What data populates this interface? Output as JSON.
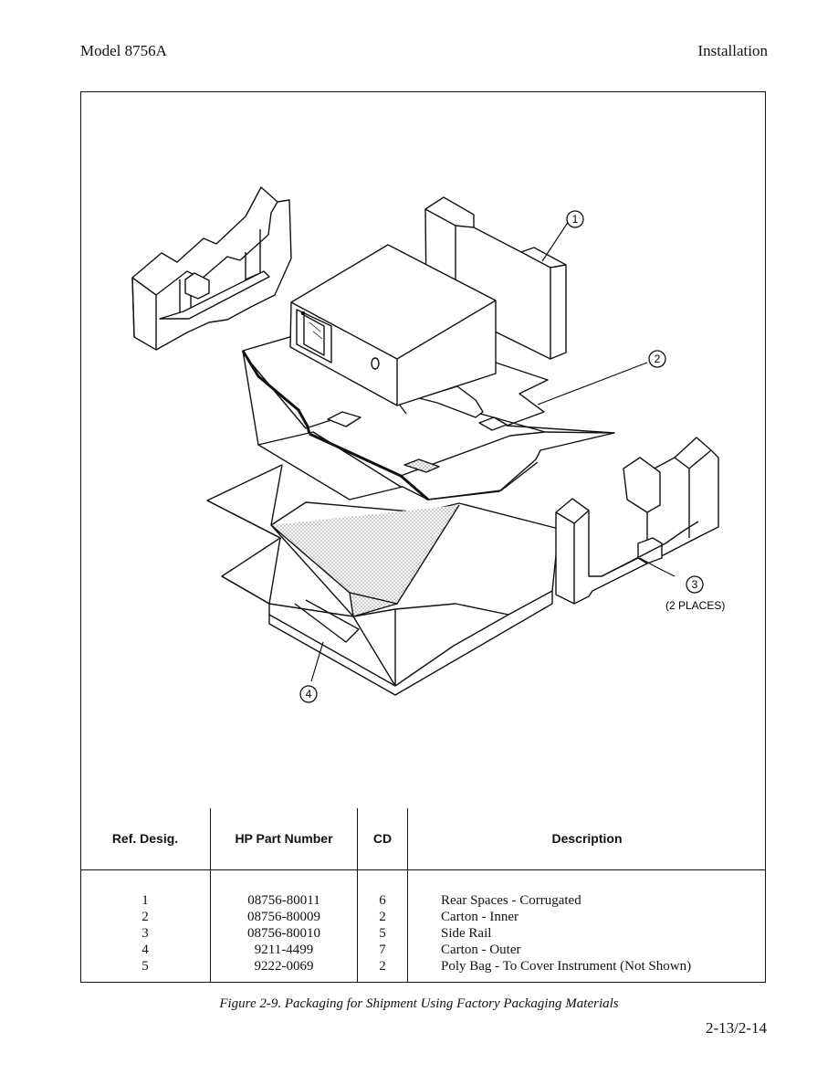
{
  "header": {
    "model": "Model 8756A",
    "section": "Installation"
  },
  "figure": {
    "callouts": [
      "1",
      "2",
      "3",
      "4"
    ],
    "places_note": "(2 PLACES)"
  },
  "table": {
    "headers": {
      "ref": "Ref. Desig.",
      "part": "HP Part Number",
      "cd": "CD",
      "desc": "Description"
    },
    "rows": [
      {
        "ref": "1",
        "part": "08756-80011",
        "cd": "6",
        "desc": "Rear Spaces - Corrugated"
      },
      {
        "ref": "2",
        "part": "08756-80009",
        "cd": "2",
        "desc": "Carton - Inner"
      },
      {
        "ref": "3",
        "part": "08756-80010",
        "cd": "5",
        "desc": "Side Rail"
      },
      {
        "ref": "4",
        "part": "9211-4499",
        "cd": "7",
        "desc": "Carton - Outer"
      },
      {
        "ref": "5",
        "part": "9222-0069",
        "cd": "2",
        "desc": "Poly Bag - To Cover Instrument (Not Shown)"
      }
    ]
  },
  "caption": "Figure 2-9.   Packaging for Shipment Using Factory Packaging Materials",
  "page_number": "2-13/2-14"
}
